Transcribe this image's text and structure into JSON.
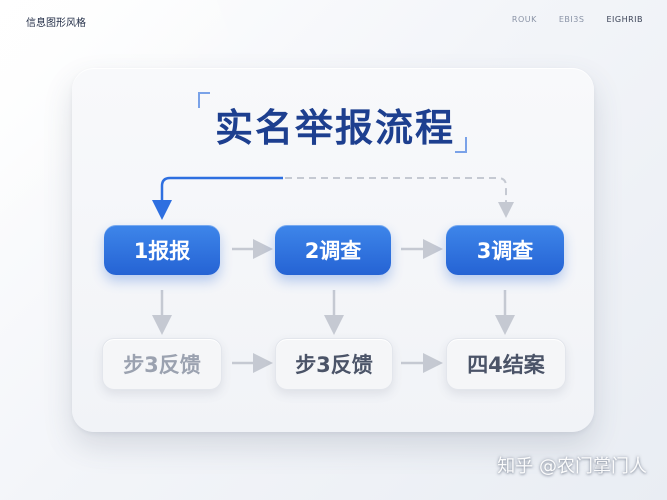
{
  "header": {
    "brand": "信息图形风格",
    "links": [
      "ROUK",
      "EBI3S",
      "EIGHRIB"
    ]
  },
  "title": "实名举报流程",
  "steps_row1": [
    "1报报",
    "2调查",
    "3调查"
  ],
  "steps_row2": [
    "步3反馈",
    "步3反馈",
    "四4结案"
  ],
  "colors": {
    "accent": "#2563d4",
    "title": "#1d3f8f",
    "muted_text": "#4b5468"
  },
  "watermark": "知乎 @农门掌门人"
}
